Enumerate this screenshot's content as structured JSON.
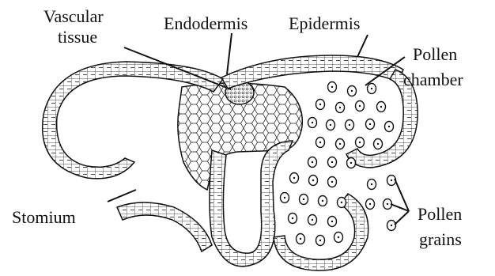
{
  "labels": {
    "vascular_line1": "Vascular",
    "vascular_line2": "tissue",
    "endodermis": "Endodermis",
    "epidermis": "Epidermis",
    "pollen_chamber_line1": "Pollen",
    "pollen_chamber_line2": "chamber",
    "stomium": "Stomium",
    "pollen_grains_line1": "Pollen",
    "pollen_grains_line2": "grains"
  },
  "colors": {
    "ink": "#111111",
    "background": "#ffffff"
  }
}
